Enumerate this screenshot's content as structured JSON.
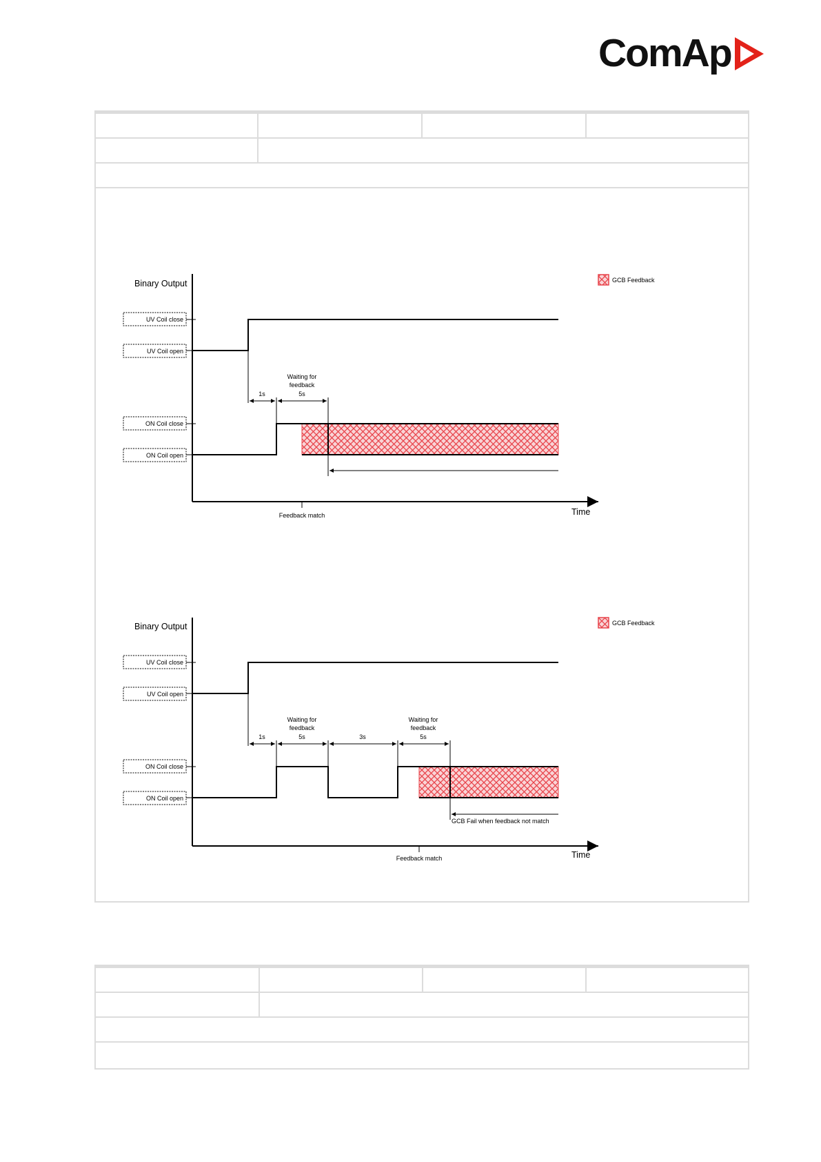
{
  "logo": {
    "text": "ComAp",
    "icon": "comap-arrow-icon"
  },
  "colors": {
    "hatch": "#e8434a",
    "hatch_bg": "#f7c9cc",
    "border": "#dcdcdc"
  },
  "diagram1": {
    "y_axis_label": "Binary Output",
    "x_axis_label": "Time",
    "legend_label": "GCB Feedback",
    "labels": {
      "uv_close": "UV Coil close",
      "uv_open": "UV Coil open",
      "on_close": "ON Coil close",
      "on_open": "ON Coil open"
    },
    "interval_1s": "1s",
    "wait_line1": "Waiting for",
    "wait_line2": "feedback",
    "wait_line3": "5s",
    "feedback_match": "Feedback match"
  },
  "diagram2": {
    "y_axis_label": "Binary Output",
    "x_axis_label": "Time",
    "legend_label": "GCB Feedback",
    "labels": {
      "uv_close": "UV Coil close",
      "uv_open": "UV Coil open",
      "on_close": "ON Coil close",
      "on_open": "ON Coil open"
    },
    "interval_1s": "1s",
    "wait_line1": "Waiting for",
    "wait_line2": "feedback",
    "wait_line3": "5s",
    "interval_3s": "3s",
    "wait2_line1": "Waiting for",
    "wait2_line2": "feedback",
    "wait2_line3": "5s",
    "fail_note": "GCB Fail when feedback not match",
    "feedback_match": "Feedback match"
  }
}
